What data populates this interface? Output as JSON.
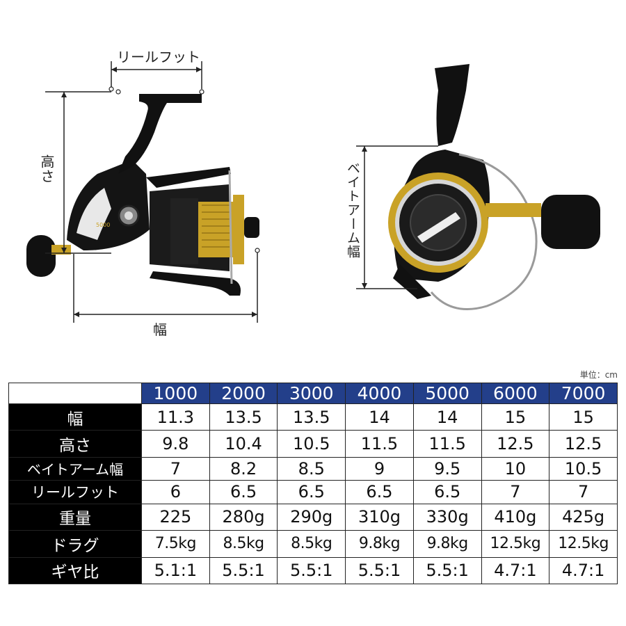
{
  "diagram": {
    "front_labels": {
      "reel_foot": "リールフット",
      "height": "高さ",
      "width": "幅"
    },
    "side_labels": {
      "bail_arm_width": "ベイトアーム幅"
    },
    "reel_badge": "5000"
  },
  "unit_note": "単位：cm",
  "table": {
    "sizes": [
      "1000",
      "2000",
      "3000",
      "4000",
      "5000",
      "6000",
      "7000"
    ],
    "rows": [
      {
        "label": "幅",
        "values": [
          "11.3",
          "13.5",
          "13.5",
          "14",
          "14",
          "15",
          "15"
        ]
      },
      {
        "label": "高さ",
        "values": [
          "9.8",
          "10.4",
          "10.5",
          "11.5",
          "11.5",
          "12.5",
          "12.5"
        ]
      },
      {
        "label": "ベイトアーム幅",
        "values": [
          "7",
          "8.2",
          "8.5",
          "9",
          "9.5",
          "10",
          "10.5"
        ]
      },
      {
        "label": "リールフット",
        "values": [
          "6",
          "6.5",
          "6.5",
          "6.5",
          "6.5",
          "7",
          "7"
        ]
      },
      {
        "label": "重量",
        "values": [
          "225",
          "280g",
          "290g",
          "310g",
          "330g",
          "410g",
          "425g"
        ]
      },
      {
        "label": "ドラグ",
        "values": [
          "7.5kg",
          "8.5kg",
          "8.5kg",
          "9.8kg",
          "9.8kg",
          "12.5kg",
          "12.5kg"
        ]
      },
      {
        "label": "ギヤ比",
        "values": [
          "5.1:1",
          "5.5:1",
          "5.5:1",
          "5.5:1",
          "5.5:1",
          "4.7:1",
          "4.7:1"
        ]
      }
    ]
  },
  "colors": {
    "header_blue": "#233f8a",
    "row_header_black": "#000000",
    "gold": "#c9a227"
  }
}
